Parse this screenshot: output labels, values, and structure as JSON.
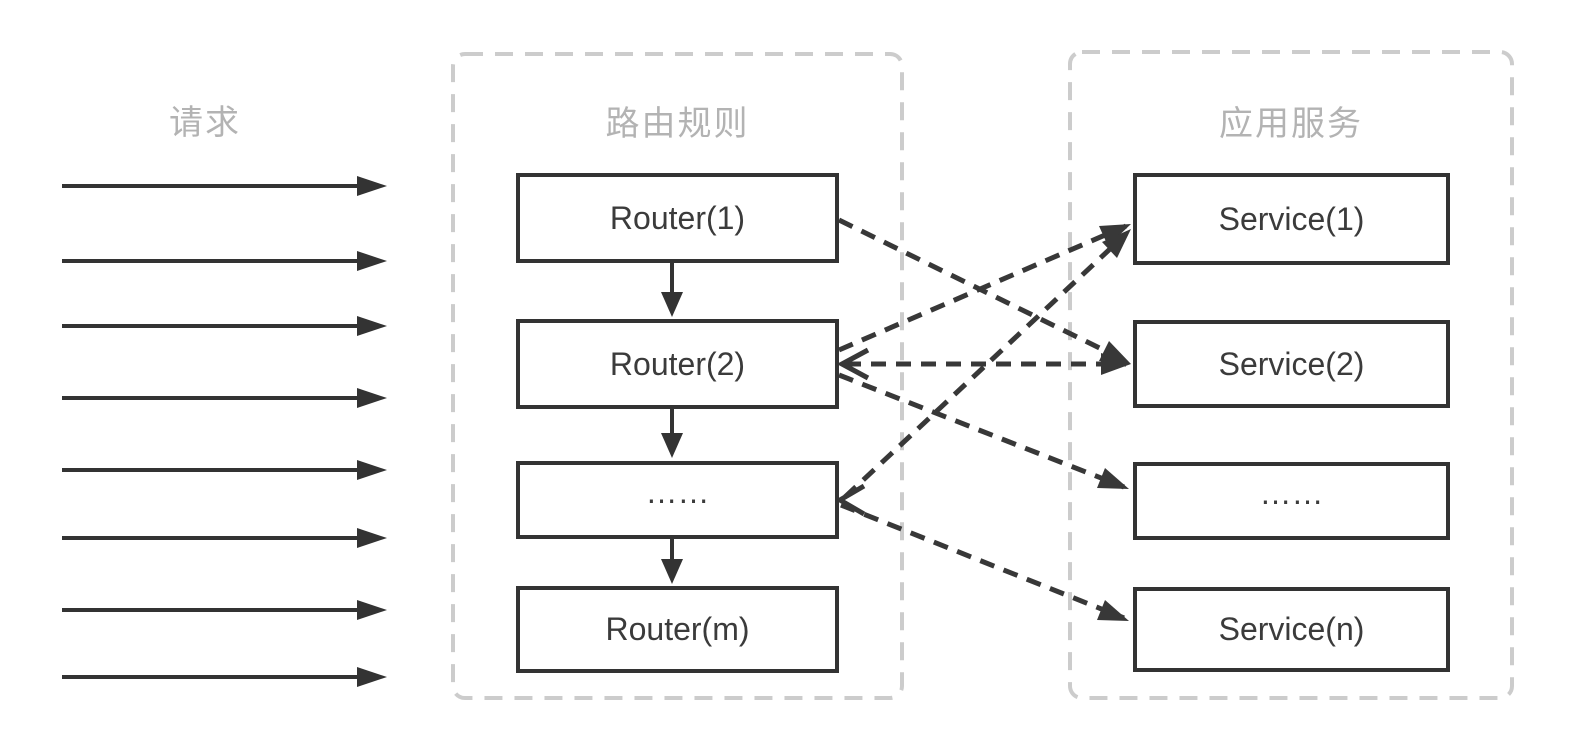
{
  "diagram": {
    "request_section": {
      "title": "请求",
      "arrow_count": 8
    },
    "routing_panel": {
      "title": "路由规则",
      "nodes": [
        "Router(1)",
        "Router(2)",
        "……",
        "Router(m)"
      ]
    },
    "service_panel": {
      "title": "应用服务",
      "nodes": [
        "Service(1)",
        "Service(2)",
        "……",
        "Service(n)"
      ]
    },
    "connections": [
      {
        "from": "Router(1)",
        "to": "Router(2)",
        "style": "solid-arrow"
      },
      {
        "from": "Router(2)",
        "to": "……",
        "style": "solid-arrow"
      },
      {
        "from": "……",
        "to": "Router(m)",
        "style": "solid-arrow"
      },
      {
        "from": "Router(1)",
        "to": "Service(2)",
        "style": "dashed-arrow"
      },
      {
        "from": "Router(2)",
        "to": "Service(1)",
        "style": "dashed-arrow"
      },
      {
        "from": "Router(2)",
        "to": "Service(2)",
        "style": "dashed-arrow",
        "bidirectional": true
      },
      {
        "from": "Router(2)",
        "to": "……(service)",
        "style": "dashed-arrow"
      },
      {
        "from": "……(router)",
        "to": "Service(1)",
        "style": "dashed-arrow",
        "bidirectional": true
      },
      {
        "from": "……(router)",
        "to": "Service(n)",
        "style": "dashed-arrow"
      }
    ],
    "colors": {
      "background": "#ffffff",
      "stroke_dark": "#383838",
      "panel_border": "#cccccc",
      "muted_text": "#b3b3b3"
    }
  }
}
